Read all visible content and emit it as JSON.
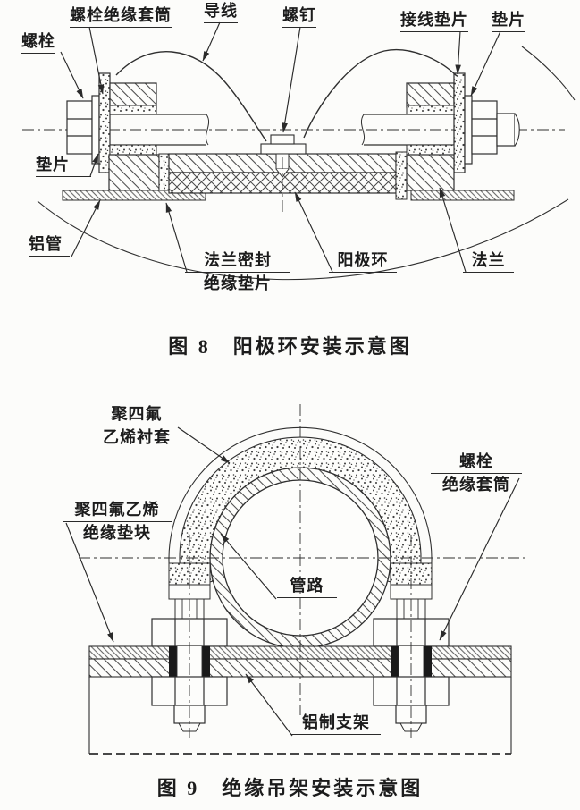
{
  "fig8": {
    "caption": "图 8　阳极环安装示意图",
    "labels": {
      "bolt": "螺栓",
      "bolt_sleeve": "螺栓绝缘套筒",
      "wire": "导线",
      "screw": "螺钉",
      "terminal_washer": "接线垫片",
      "washer_right": "垫片",
      "washer_left": "垫片",
      "aluminum_pipe": "铝管",
      "flange_seal_1": "法兰密封",
      "flange_seal_2": "绝缘垫片",
      "anode_ring": "阳极环",
      "flange": "法兰"
    }
  },
  "fig9": {
    "caption": "图 9　绝缘吊架安装示意图",
    "labels": {
      "ptfe_liner_1": "聚四氟",
      "ptfe_liner_2": "乙烯衬套",
      "ptfe_pad_1": "聚四氟乙烯",
      "ptfe_pad_2": "绝缘垫块",
      "bolt_sleeve_1": "螺栓",
      "bolt_sleeve_2": "绝缘套筒",
      "pipe": "管路",
      "aluminum_bracket": "铝制支架"
    }
  }
}
